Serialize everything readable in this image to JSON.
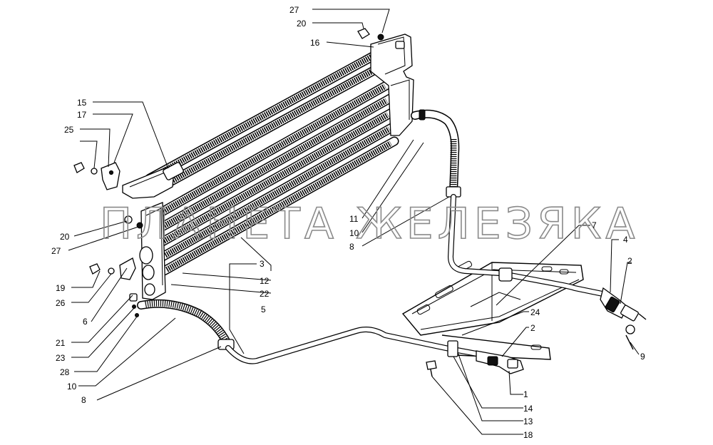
{
  "watermark": "ПЛАНЕТА ЖЕЛЕЗЯКА",
  "callouts": {
    "c27_top": "27",
    "c20_top": "20",
    "c16": "16",
    "c15": "15",
    "c17": "17",
    "c25": "25",
    "c11": "11",
    "c10_mid": "10",
    "c8_mid": "8",
    "c20_left": "20",
    "c27_left": "27",
    "c3": "3",
    "c19": "19",
    "c12": "12",
    "c26": "26",
    "c22": "22",
    "c6": "6",
    "c5": "5",
    "c7": "7",
    "c4": "4",
    "c2_right": "2",
    "c21": "21",
    "c24": "24",
    "c2_bottom": "2",
    "c23": "23",
    "c28": "28",
    "c10_bottom": "10",
    "c9": "9",
    "c8_bottom": "8",
    "c1": "1",
    "c14": "14",
    "c13": "13",
    "c18": "18"
  }
}
